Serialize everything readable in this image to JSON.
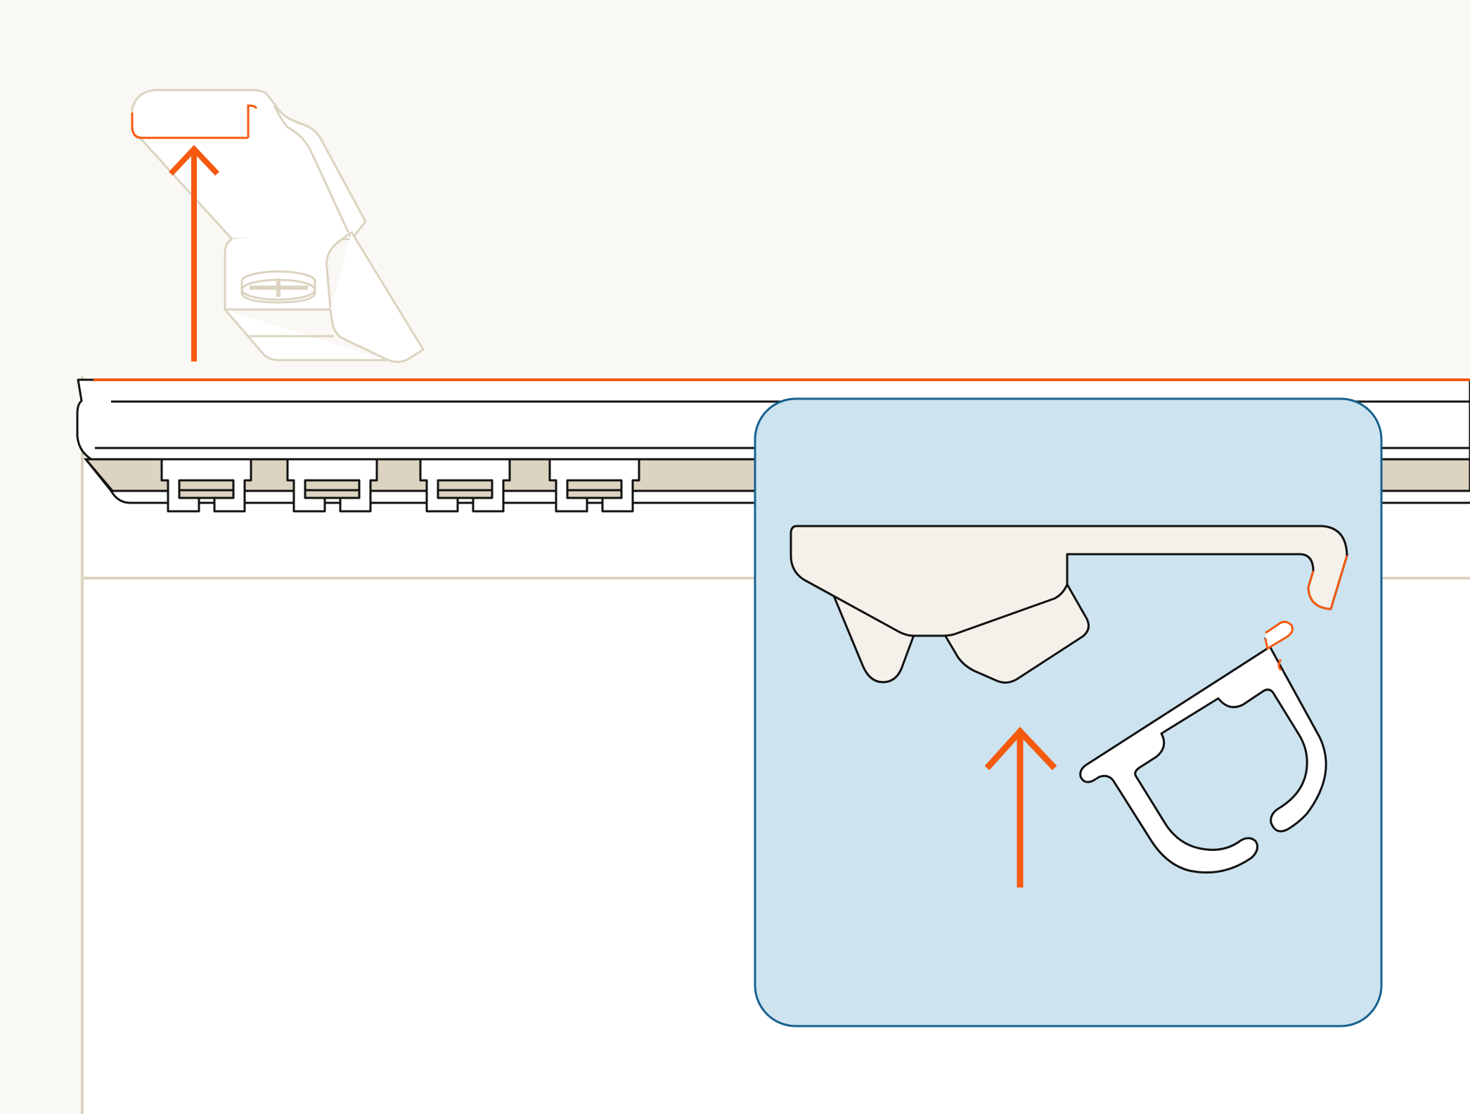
{
  "diagram": {
    "description_text": "",
    "colors": {
      "background": "#f9f8f5",
      "wall": "#ffffff",
      "beige_line": "#dcd3c0",
      "beige_fill": "#dcd3c0",
      "accent_orange": "#f55a0f",
      "outline": "#111111",
      "inset_fill": "#cde3f0",
      "inset_border": "#17618f",
      "part_fill": "#f4f1ea"
    },
    "icons": [
      "bracket-ghost",
      "lift-arrow",
      "curtain-track",
      "glider-carriers",
      "clip-detail-inset",
      "track-profile",
      "hook-clip"
    ]
  }
}
